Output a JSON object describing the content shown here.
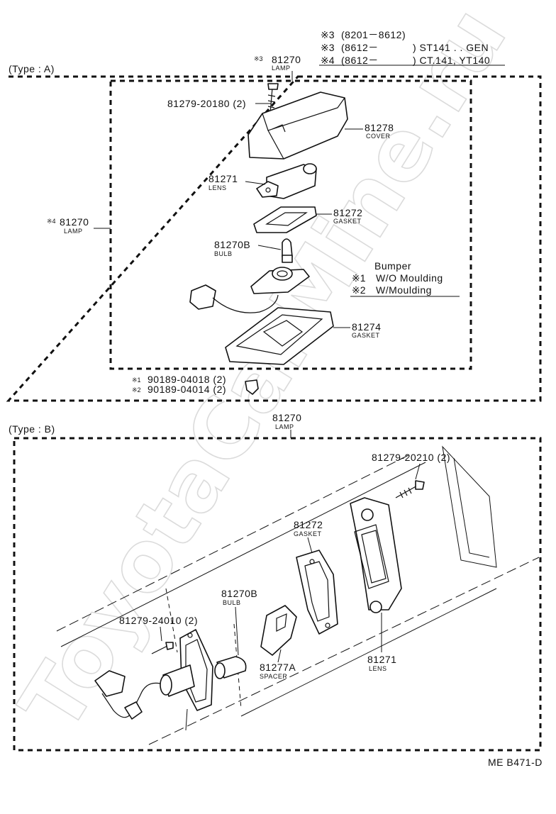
{
  "watermark": "ToyotaCarMine.ru",
  "legend_top": {
    "rows": [
      {
        "mark": "※3",
        "code": "(8201－8612)",
        "models": ""
      },
      {
        "mark": "※3",
        "code": "(8612－",
        "models": ") ST141 . . GEN"
      },
      {
        "mark": "※4",
        "code": "(8612－",
        "models": ") CT.141, YT140"
      }
    ]
  },
  "type_a": {
    "label": "(Type : A)",
    "lamp_top": {
      "mark": "※3",
      "number": "81270",
      "name": "LAMP"
    },
    "lamp_side": {
      "mark": "※4",
      "number": "81270",
      "name": "LAMP"
    },
    "screw": {
      "number": "81279-20180 (2)"
    },
    "cover": {
      "number": "81278",
      "name": "COVER"
    },
    "lens": {
      "number": "81271",
      "name": "LENS"
    },
    "gasket_top": {
      "number": "81272",
      "name": "GASKET"
    },
    "bulb": {
      "number": "81270B",
      "name": "BULB"
    },
    "bumper_note": {
      "title": "Bumper",
      "rows": [
        {
          "mark": "※1",
          "text": "W/O Moulding"
        },
        {
          "mark": "※2",
          "text": "W/Moulding"
        }
      ]
    },
    "gasket_bottom": {
      "number": "81274",
      "name": "GASKET"
    },
    "clips": [
      {
        "mark": "※1",
        "number": "90189-04018 (2)"
      },
      {
        "mark": "※2",
        "number": "90189-04014 (2)"
      }
    ]
  },
  "type_b": {
    "label": "(Type : B)",
    "lamp": {
      "number": "81270",
      "name": "LAMP"
    },
    "screw_top": {
      "number": "81279-20210 (2)"
    },
    "gasket": {
      "number": "81272",
      "name": "GASKET"
    },
    "bulb": {
      "number": "81270B",
      "name": "BULB"
    },
    "screw_left": {
      "number": "81279-24010 (2)"
    },
    "spacer": {
      "number": "81277A",
      "name": "SPACER"
    },
    "lens": {
      "number": "81271",
      "name": "LENS"
    }
  },
  "drawing_code": "ME B471-D"
}
